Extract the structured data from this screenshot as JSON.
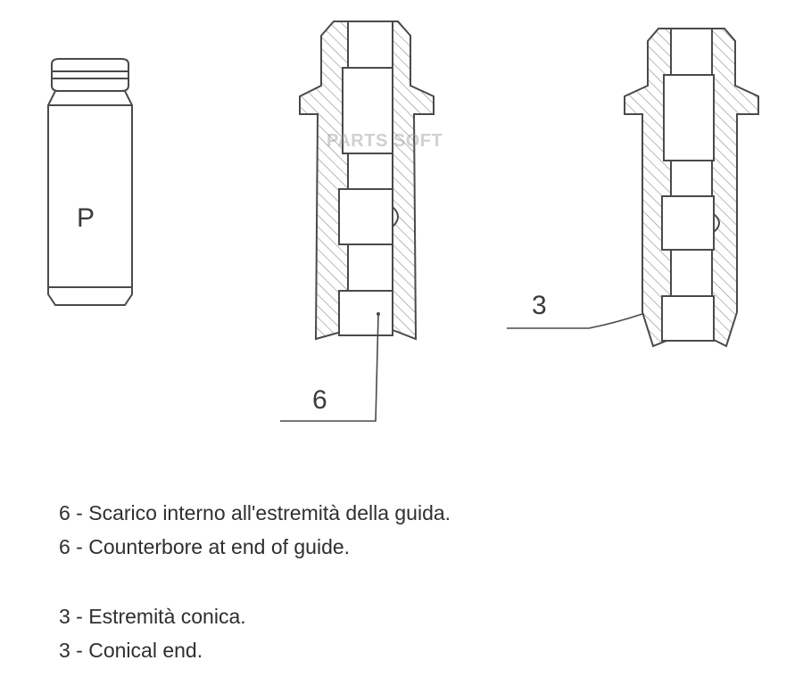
{
  "part_labels": {
    "plain_guide": "P",
    "counterbore_callout": "6",
    "conical_callout": "3"
  },
  "watermark": "PARTS SOFT",
  "legend": [
    "6 - Scarico interno all'estremità della guida.",
    "6 - Counterbore at end of guide.",
    "3 - Estremità conica.",
    "3 - Conical end."
  ],
  "colors": {
    "line": "#4a4a4a",
    "hatch": "#8a8a8a",
    "text": "#2f2f2f"
  }
}
